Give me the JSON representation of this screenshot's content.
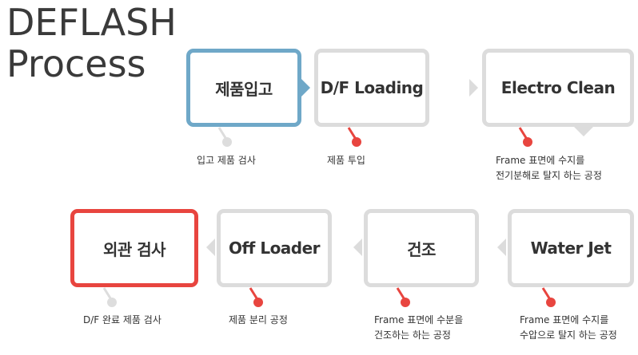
{
  "title": {
    "line1": "DEFLASH",
    "line2": "Process"
  },
  "steps": [
    {
      "label": "제품입고",
      "caption": [
        "입고 제품 검사"
      ]
    },
    {
      "label": "D/F Loading",
      "caption": [
        "제품 투입"
      ]
    },
    {
      "label": "Electro Clean",
      "caption": [
        "Frame 표면에 수지를",
        "전기분해로 탈지 하는 공정"
      ]
    },
    {
      "label": "Water Jet",
      "caption": [
        "Frame 표면에 수지를",
        "수압으로 탈지 하는 공정"
      ]
    },
    {
      "label": "건조",
      "caption": [
        "Frame 표면에 수분을",
        "건조하는 하는 공정"
      ]
    },
    {
      "label": "Off Loader",
      "caption": [
        "제품 분리 공정"
      ]
    },
    {
      "label": "외관 검사",
      "caption": [
        "D/F 완료 제품 검사"
      ]
    }
  ],
  "colors": {
    "blue": "#6fa8c8",
    "red": "#e8453f",
    "gray": "#dcdcdc",
    "pin_gray": "#dddddd"
  }
}
